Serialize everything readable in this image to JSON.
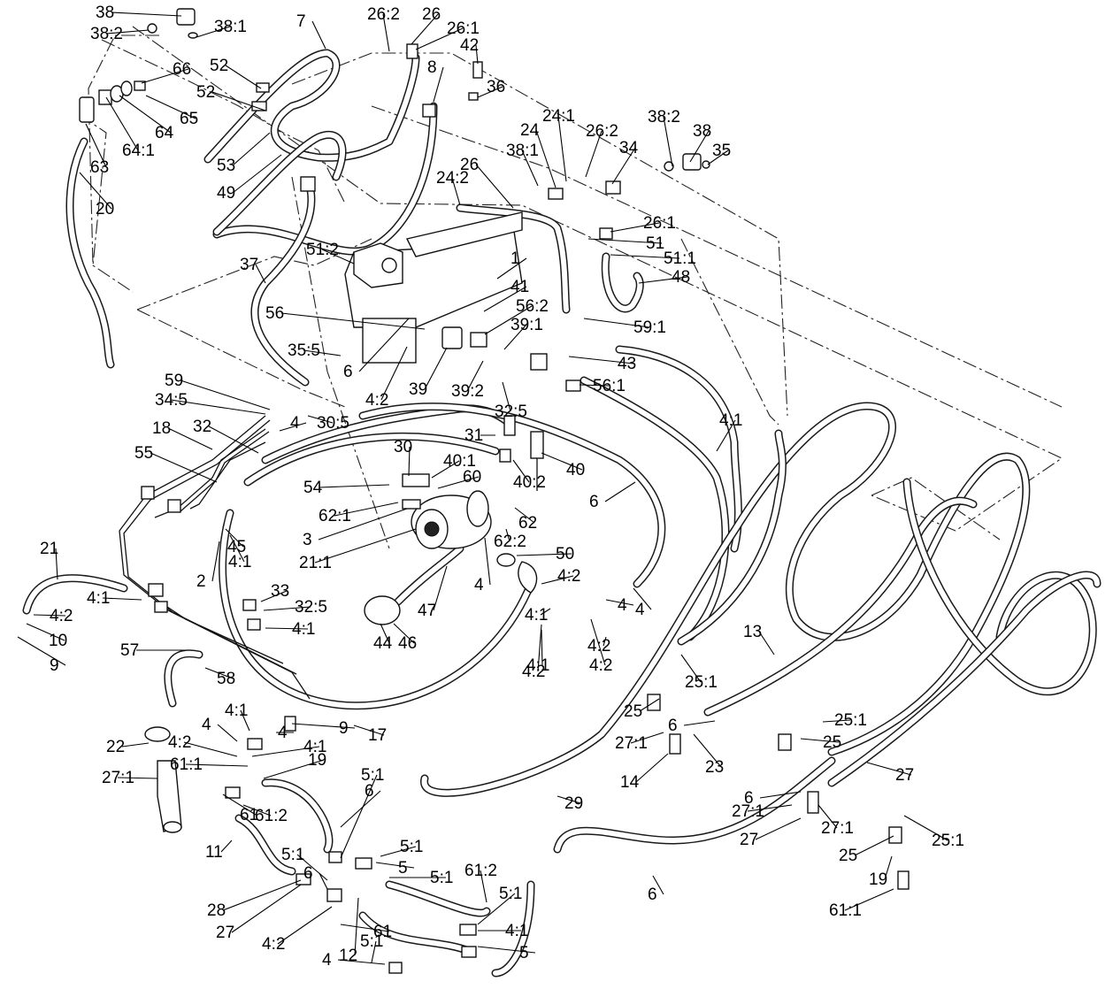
{
  "diagram": {
    "callouts": [
      "38",
      "38:2",
      "38:1",
      "7",
      "26:2",
      "26",
      "26:1",
      "42",
      "8",
      "36",
      "66",
      "52",
      "52",
      "65",
      "64",
      "64:1",
      "63",
      "53",
      "49",
      "20",
      "24:1",
      "24",
      "26:2",
      "38:2",
      "38",
      "38:1",
      "26",
      "24:2",
      "35",
      "34",
      "26:1",
      "51",
      "51:1",
      "51:2",
      "1",
      "48",
      "37",
      "41",
      "56:2",
      "56",
      "39:1",
      "59:1",
      "35:5",
      "43",
      "6",
      "4:2",
      "39",
      "39:2",
      "56:1",
      "59",
      "32:5",
      "34:5",
      "30:5",
      "4",
      "4:1",
      "18",
      "32",
      "31",
      "55",
      "30",
      "40:1",
      "40",
      "60",
      "40:2",
      "6",
      "54",
      "62:1",
      "62",
      "3",
      "62:2",
      "50",
      "21:1",
      "45",
      "4:1",
      "2",
      "4",
      "4:2",
      "21",
      "33",
      "47",
      "4:2",
      "4:1",
      "32:5",
      "10",
      "4",
      "4:1",
      "9",
      "4:1",
      "13",
      "4:2",
      "4:2",
      "57",
      "44",
      "46",
      "4:1",
      "4",
      "58",
      "25:1",
      "4:1",
      "25",
      "4:2",
      "4",
      "4",
      "9",
      "6",
      "25:1",
      "17",
      "22",
      "4:2",
      "4:1",
      "27:1",
      "25",
      "61:1",
      "19",
      "14",
      "23",
      "27",
      "27:1",
      "6",
      "5:1",
      "6",
      "61",
      "61:2",
      "29",
      "27:1",
      "5:1",
      "27:1",
      "27",
      "25:1",
      "11",
      "5",
      "5:1",
      "25",
      "5:1",
      "6",
      "19",
      "28",
      "27",
      "61:2",
      "6",
      "61:1",
      "5:1",
      "4:1",
      "61",
      "5",
      "4:2",
      "5:1",
      "4",
      "12"
    ]
  }
}
